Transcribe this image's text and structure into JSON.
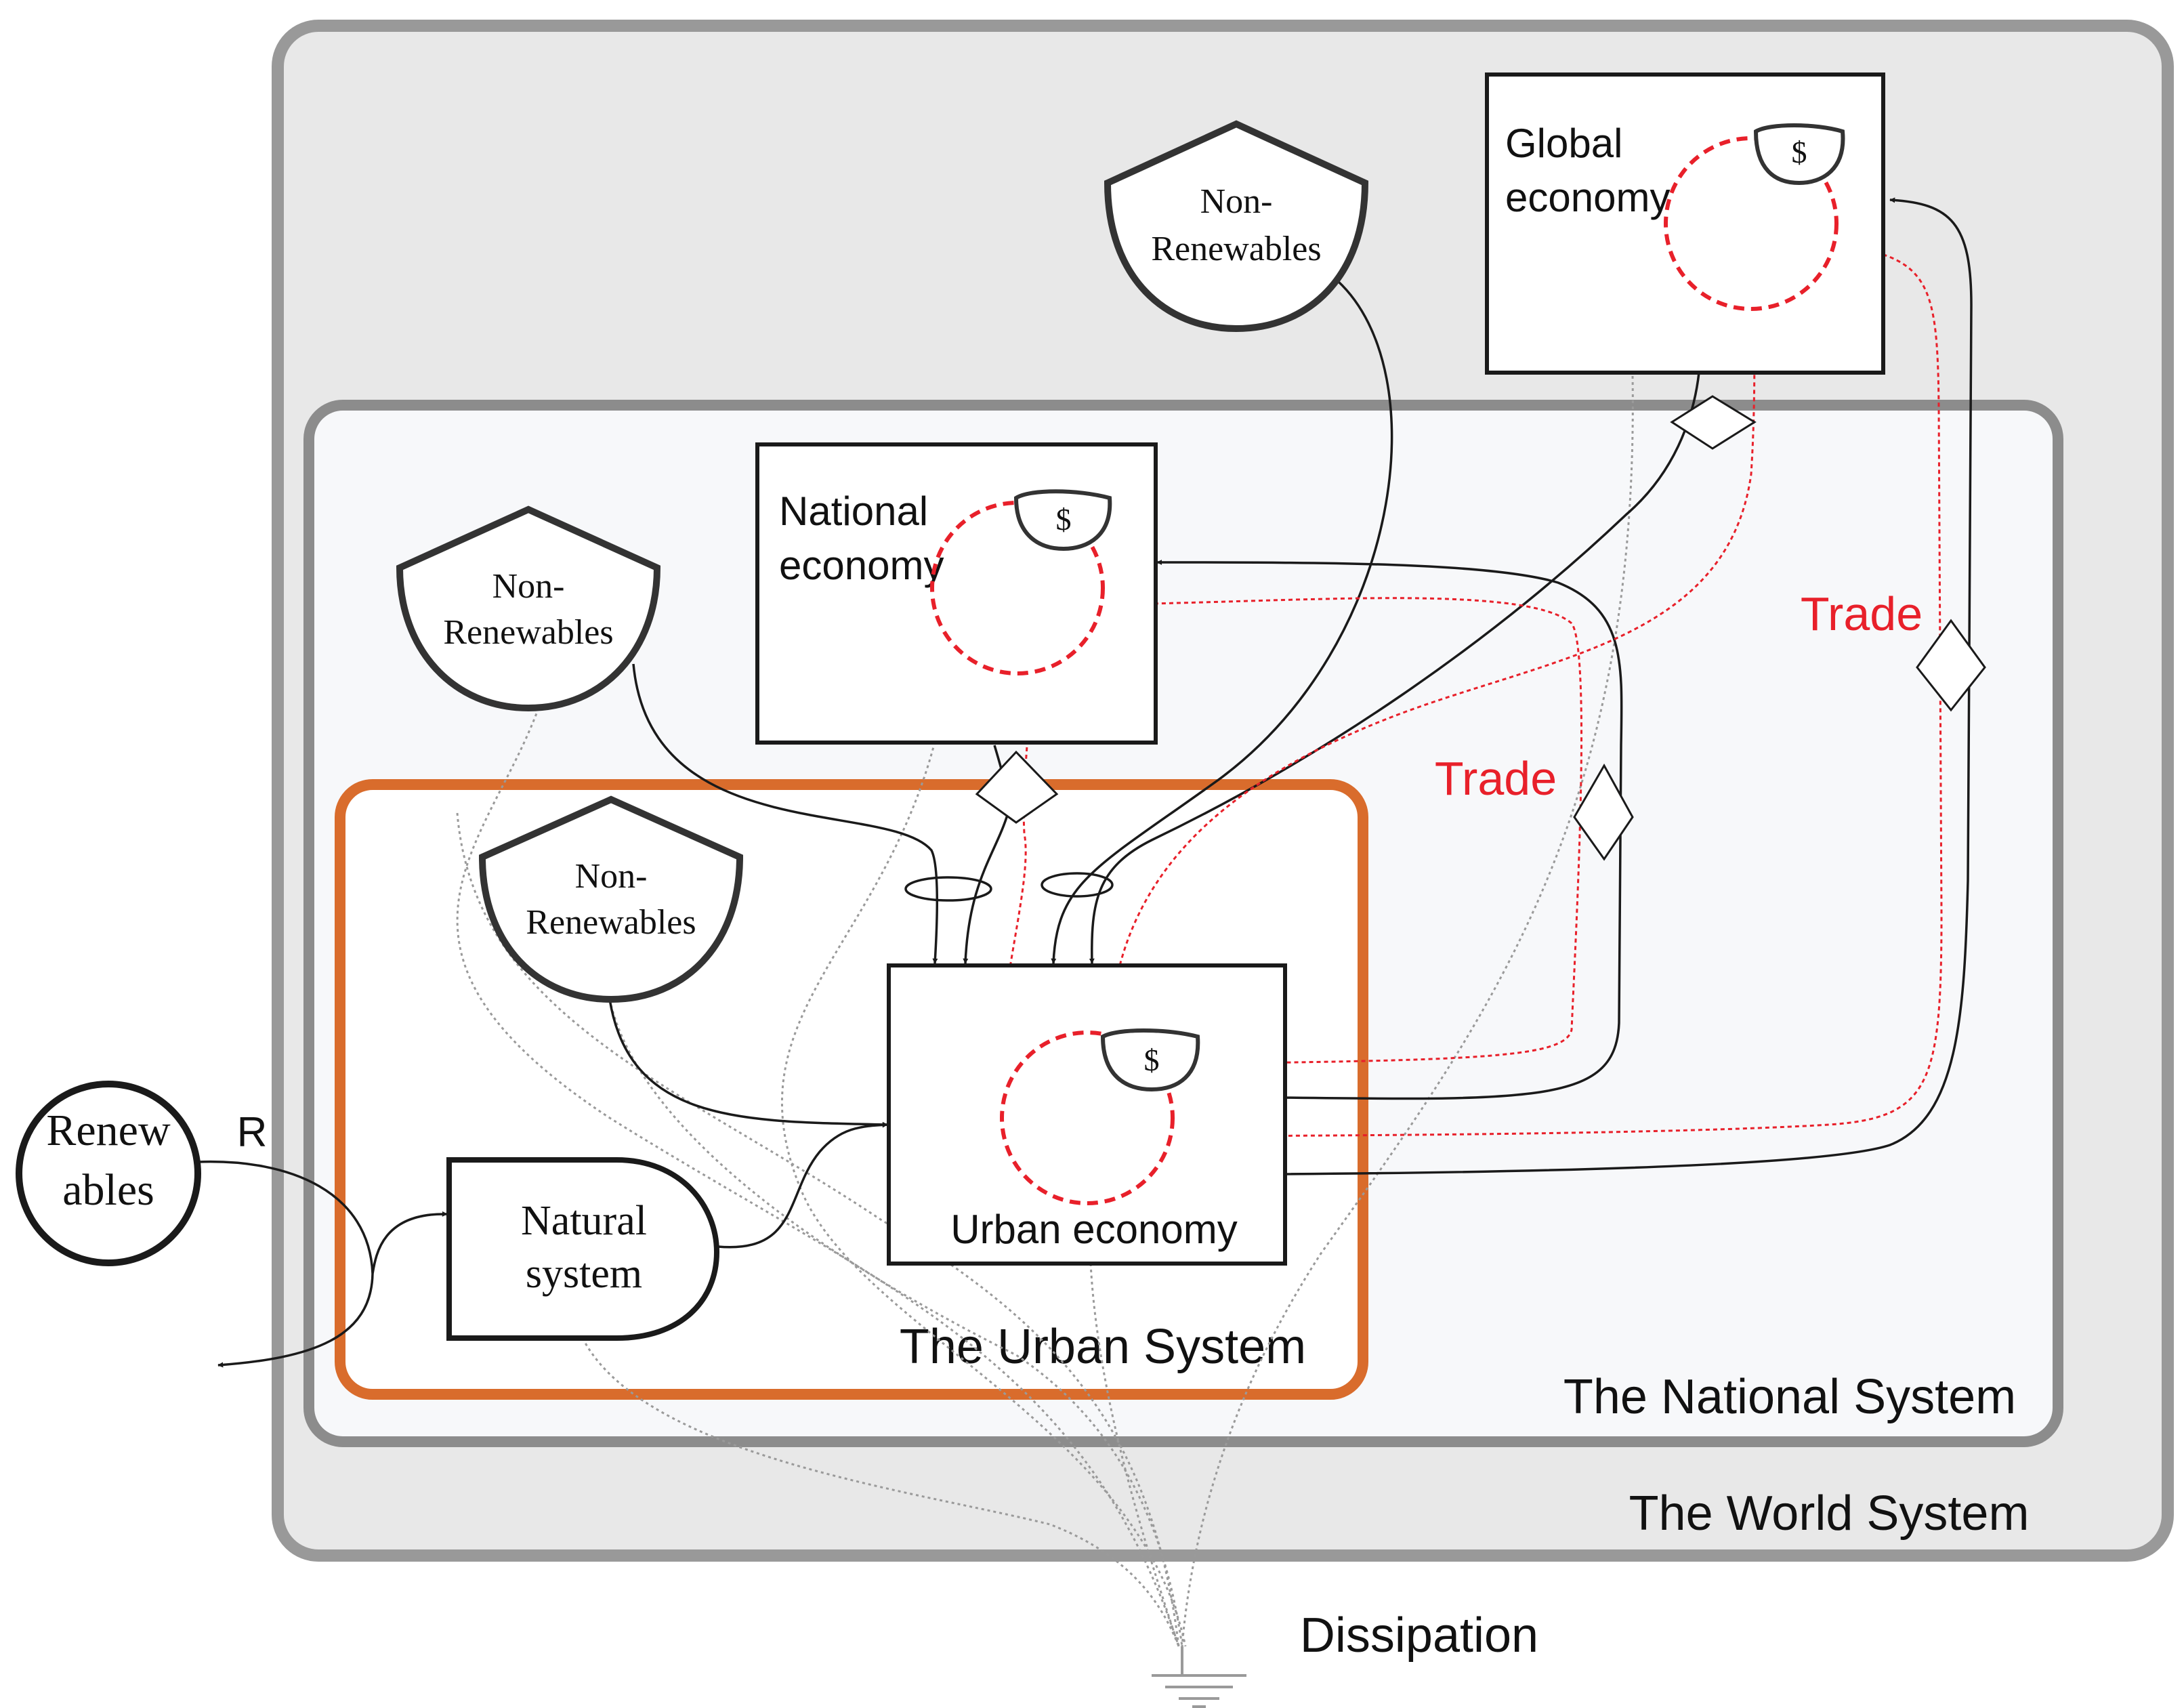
{
  "colors": {
    "world_fill": "#e8e8e8",
    "world_stroke": "#999999",
    "national_fill": "#f7f8fa",
    "national_stroke": "#8c8c8c",
    "urban_stroke": "#d96c2c",
    "trade_red": "#e8202a",
    "energy_line": "#1a1a1a",
    "dissipation_line": "#9a9a9a"
  },
  "systems": {
    "world": "The World System",
    "national": "The National System",
    "urban": "The Urban System"
  },
  "economies": {
    "global": [
      "Global",
      "economy"
    ],
    "national": [
      "National",
      "economy"
    ],
    "urban": "Urban economy"
  },
  "money_symbol": "$",
  "sources": {
    "non_renewables": [
      "Non-",
      "Renewables"
    ],
    "renewables": [
      "Renew",
      "ables"
    ]
  },
  "natural_system": [
    "Natural",
    "system"
  ],
  "labels": {
    "renewable_flow": "R",
    "trade": "Trade",
    "dissipation": "Dissipation"
  },
  "icons": {
    "money": "dollar-storage-tank",
    "sink": "heat-sink-ground"
  }
}
